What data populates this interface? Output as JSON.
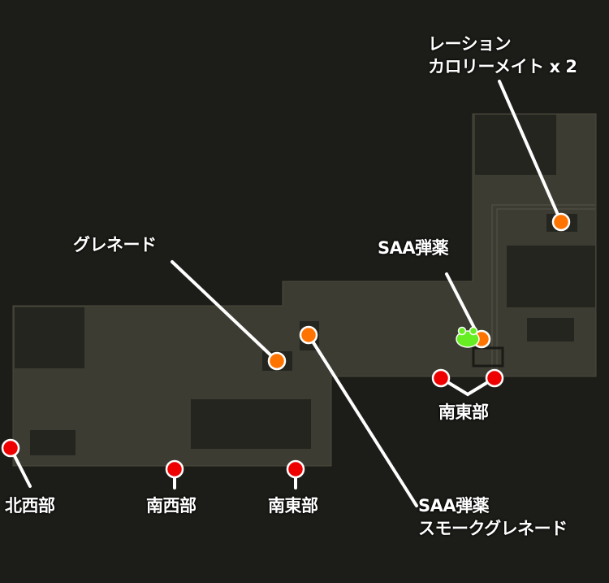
{
  "colors": {
    "background": "#1c1c18",
    "floor": "#3c3c32",
    "room": "#252520",
    "item": "#ff7300",
    "exit": "#ee0000",
    "player": "#66ee22",
    "leader": "#ffffff"
  },
  "labels": {
    "ration_line1": "レーション",
    "ration_line2": "カロリーメイト x 2",
    "grenade": "グレネード",
    "saa_ammo": "SAA弾薬",
    "saa_smoke_line1": "SAA弾薬",
    "saa_smoke_line2": "スモークグレネード",
    "exit_southeast_right": "南東部",
    "exit_northwest": "北西部",
    "exit_southwest": "南西部",
    "exit_southeast_bottom": "南東部"
  },
  "markers": {
    "items": 4,
    "exits": 5,
    "player_icon": "frog-icon"
  }
}
